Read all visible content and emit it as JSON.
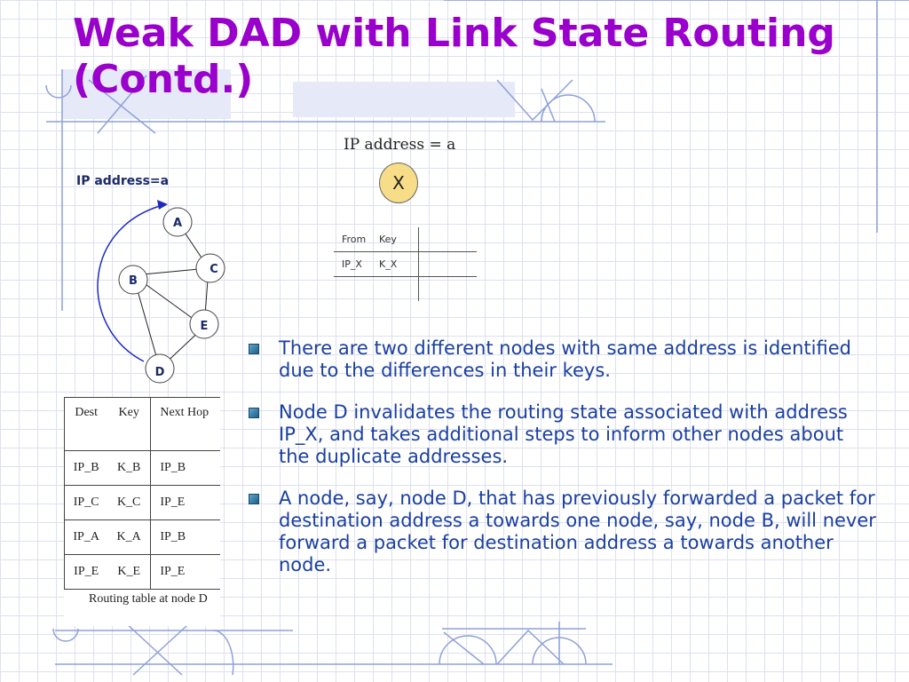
{
  "title": "Weak DAD with Link State Routing (Contd.)",
  "ip_label_left": "IP address=a",
  "ip_label_top": "IP address = a",
  "node_x": "X",
  "graph_nodes": [
    "A",
    "B",
    "C",
    "D",
    "E"
  ],
  "from_table": {
    "headers": [
      "From",
      "Key"
    ],
    "rows": [
      [
        "IP_X",
        "K_X"
      ]
    ]
  },
  "routing_table": {
    "headers": [
      "Dest",
      "Key",
      "Next Hop"
    ],
    "rows": [
      [
        "IP_B",
        "K_B",
        "IP_B"
      ],
      [
        "IP_C",
        "K_C",
        "IP_E"
      ],
      [
        "IP_A",
        "K_A",
        "IP_B"
      ],
      [
        "IP_E",
        "K_E",
        "IP_E"
      ]
    ],
    "caption": "Routing table at node D"
  },
  "bullets": [
    "There are two different nodes with same address is identified due to the differences in their keys.",
    "Node D invalidates the routing state associated with address IP_X, and takes additional steps to inform other nodes about the duplicate addresses.",
    "A node, say, node D, that has previously forwarded a packet for destination address a towards one node, say, node B, will never forward a packet for destination address a towards another node."
  ],
  "colors": {
    "title": "#9900cc",
    "text": "#1a3fa0",
    "grid": "#dde1ef",
    "node_x_fill": "#f7dd88"
  }
}
